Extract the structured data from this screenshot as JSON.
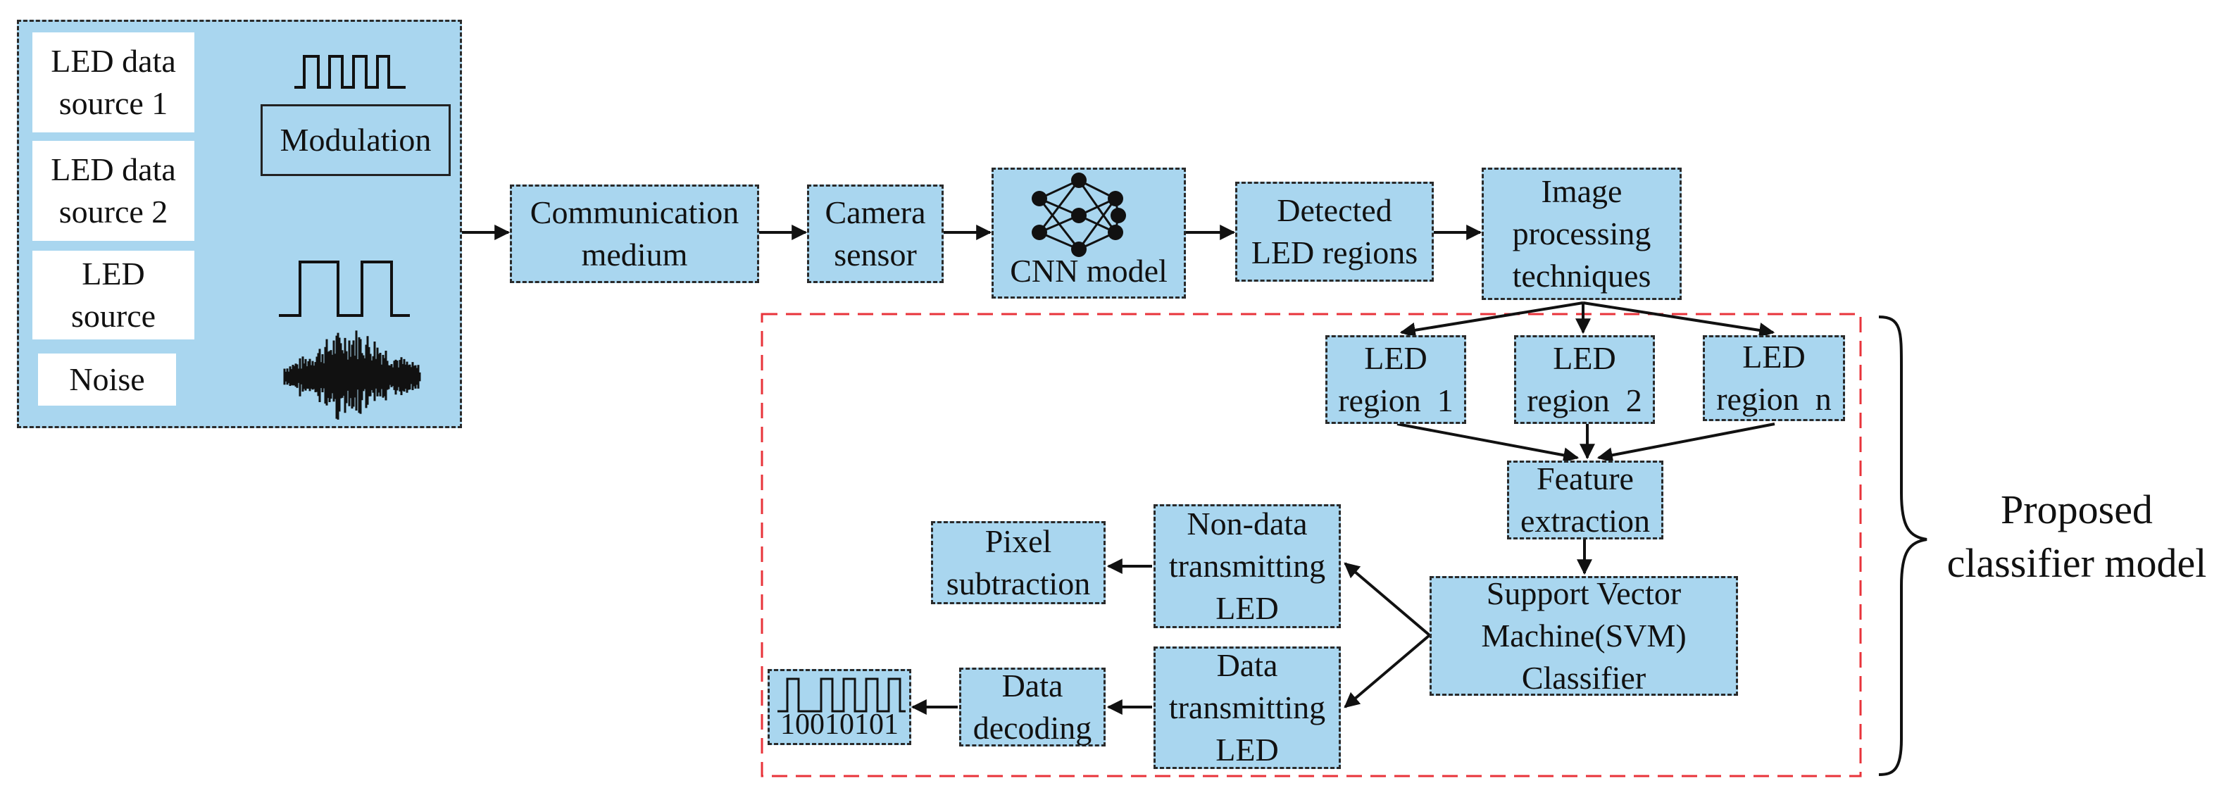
{
  "sources": {
    "led1": [
      "LED data",
      "source 1"
    ],
    "led2": [
      "LED data",
      "source 2"
    ],
    "led": [
      "LED",
      "source"
    ],
    "noise": "Noise",
    "modulation": "Modulation"
  },
  "pipeline": {
    "medium": [
      "Communication",
      "medium"
    ],
    "camera": [
      "Camera",
      "sensor"
    ],
    "cnn": "CNN model",
    "detected": [
      "Detected",
      "LED regions"
    ],
    "image_proc": [
      "Image",
      "processing",
      "techniques"
    ]
  },
  "classifier": {
    "region1": [
      "LED",
      "region  1"
    ],
    "region2": [
      "LED",
      "region  2"
    ],
    "regionn": [
      "LED",
      "region  n"
    ],
    "feature": [
      "Feature",
      "extraction"
    ],
    "svm": [
      "Support Vector",
      "Machine(SVM)",
      "Classifier"
    ],
    "nondata": [
      "Non-data",
      "transmitting",
      "LED"
    ],
    "data": [
      "Data",
      "transmitting",
      "LED"
    ],
    "pixel": [
      "Pixel",
      "subtraction"
    ],
    "decoding": [
      "Data",
      "decoding"
    ],
    "bits": "10010101"
  },
  "proposed_label": [
    "Proposed",
    "classifier model"
  ],
  "colors": {
    "box_fill": "#a9d6ef",
    "dashed_frame": "#e8333a",
    "border": "#2a2a2a"
  },
  "icons": [
    "pulse-train-icon",
    "square-wave-icon",
    "noise-waveform-icon",
    "neural-network-icon",
    "curly-brace-icon"
  ]
}
